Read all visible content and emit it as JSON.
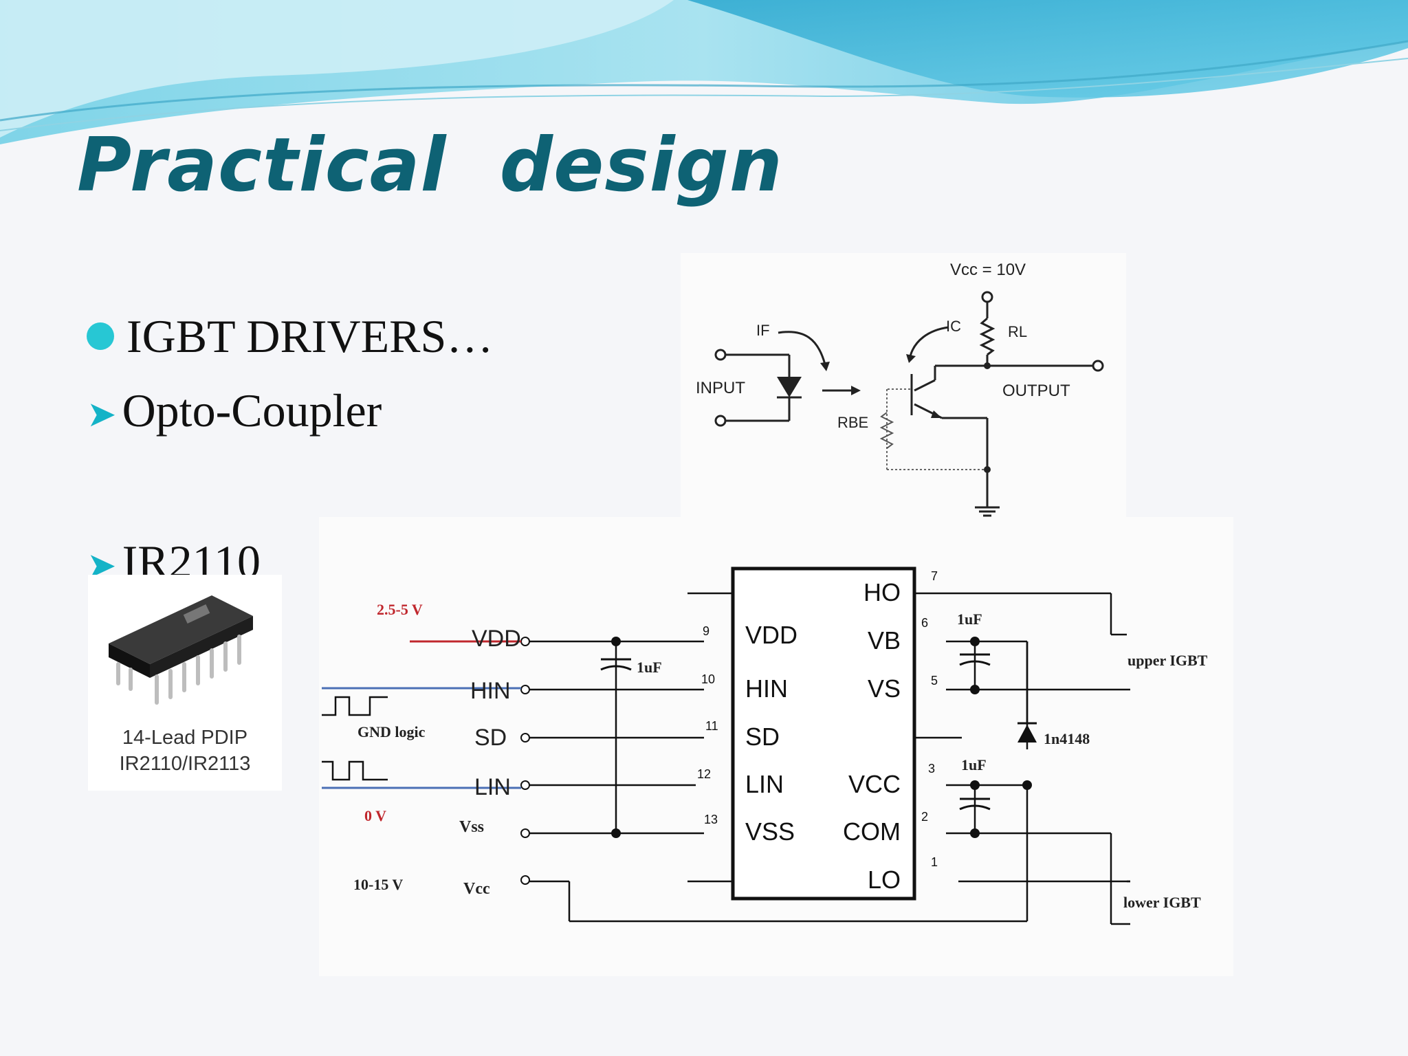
{
  "slide": {
    "title": "Practical  design",
    "bullets": [
      {
        "text": "IGBT DRIVERS…"
      },
      {
        "text": "Opto-Coupler"
      },
      {
        "text": "IR2110"
      }
    ]
  },
  "colors": {
    "title": "#0e6274",
    "accent": "#27c7d4",
    "arrow": "#14b3c7",
    "red_label": "#c0272d",
    "signal_blue": "#4a6fb5"
  },
  "opto": {
    "vcc": "Vcc = 10V",
    "if": "IF",
    "ic": "IC",
    "rl": "RL",
    "input": "INPUT",
    "output": "OUTPUT",
    "rbe": "RBE"
  },
  "chip": {
    "line1": "14-Lead PDIP",
    "line2": "IR2110/IR2113"
  },
  "ir2110": {
    "left_pins": [
      {
        "name": "VDD",
        "num": "9"
      },
      {
        "name": "HIN",
        "num": "10"
      },
      {
        "name": "SD",
        "num": "11"
      },
      {
        "name": "LIN",
        "num": "12"
      },
      {
        "name": "VSS",
        "num": "13"
      }
    ],
    "right_pins": [
      {
        "name": "HO",
        "num": "7"
      },
      {
        "name": "VB",
        "num": "6"
      },
      {
        "name": "VS",
        "num": "5"
      },
      {
        "name": "VCC",
        "num": "3"
      },
      {
        "name": "COM",
        "num": "2"
      },
      {
        "name": "LO",
        "num": "1"
      }
    ],
    "ext_inputs": {
      "vdd": "VDD",
      "hin": "HIN",
      "sd": "SD",
      "lin": "LIN",
      "vss": "Vss",
      "vcc": "Vcc"
    },
    "labels": {
      "supply_logic": "2.5-5 V",
      "gnd_logic": "GND logic",
      "zero_v": "0 V",
      "supply_high": "10-15 V",
      "cap_left": "1uF",
      "cap_top": "1uF",
      "cap_bottom": "1uF",
      "diode": "1n4148",
      "upper": "upper IGBT",
      "lower": "lower IGBT"
    }
  }
}
